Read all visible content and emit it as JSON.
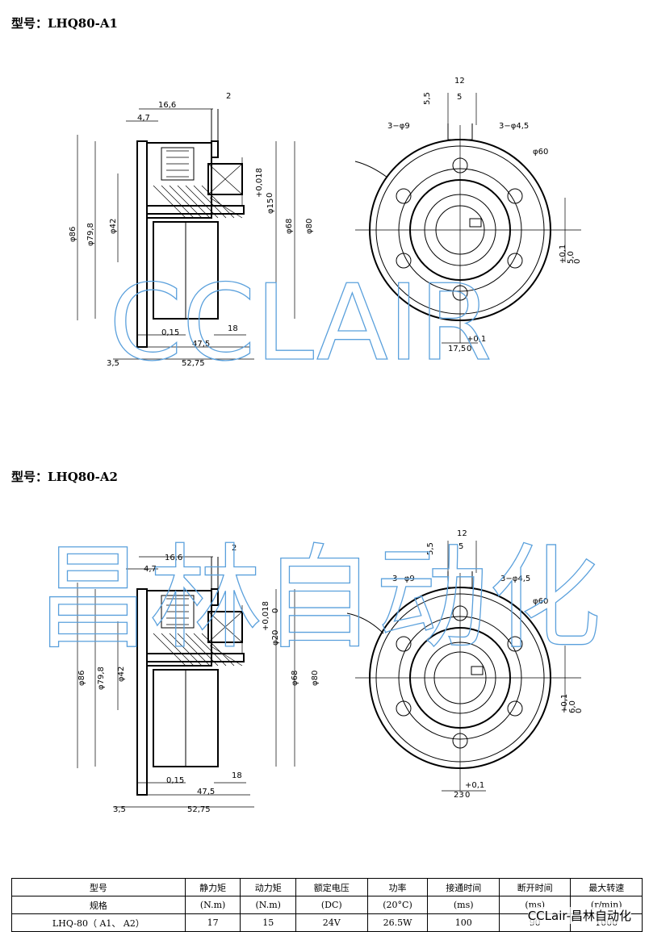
{
  "drawing1": {
    "title": "型号：LHQ80-A1",
    "dims": {
      "d16_6": "16,6",
      "d2": "2",
      "d4_7": "4,7",
      "d86": "φ86",
      "d79_8": "φ79,8",
      "d42": "φ42",
      "d15": "φ15",
      "tol15": "+0,018",
      "tol15b": "0",
      "d68": "φ68",
      "d80": "φ80",
      "d0_15": "0,15",
      "d18": "18",
      "d47_5": "47,5",
      "d3_5": "3,5",
      "d52_75": "52,75",
      "d12": "12",
      "d5": "5",
      "d5_5": "5,5",
      "holes9": "3−φ9",
      "holes4_5": "3−φ4,5",
      "d60": "φ60",
      "key5": "5,0",
      "key5tol": "+0,1",
      "key5tolb": "0",
      "d17_5": "17,5",
      "tol17": "+0,1",
      "tol17b": "0"
    }
  },
  "drawing2": {
    "title": "型号：LHQ80-A2",
    "dims": {
      "d16_6": "16,6",
      "d2": "2",
      "d4_7": "4,7",
      "d86": "φ86",
      "d79_8": "φ79,8",
      "d42": "φ42",
      "d20": "φ20",
      "tol20": "+0,018",
      "tol20b": "0",
      "d68": "φ68",
      "d80": "φ80",
      "d0_15": "0,15",
      "d18": "18",
      "d47_5": "47,5",
      "d3_5": "3,5",
      "d52_75": "52,75",
      "d12": "12",
      "d5": "5",
      "d5_5": "5,5",
      "holes9": "3−φ9",
      "holes4_5": "3−φ4,5",
      "d60": "φ60",
      "key6": "6,0",
      "key6tol": "+0,1",
      "key6tolb": "0",
      "d23": "23",
      "tol23": "+0,1",
      "tol23b": "0"
    }
  },
  "watermarks": {
    "wm1": "CCLAIR",
    "wm2": "昌林自动化",
    "corner": "CCLair-昌林自动化"
  },
  "table": {
    "head1": [
      "型号",
      "静力矩",
      "动力矩",
      "额定电压",
      "功率",
      "接通时间",
      "断开时间",
      "最大转速"
    ],
    "head2": [
      "规格",
      "(N.m)",
      "(N.m)",
      "(DC)",
      "(20°C)",
      "(ms)",
      "(ms)",
      "(r/min)"
    ],
    "row": [
      "LHQ-80（ A1、 A2）",
      "17",
      "15",
      "24V",
      "26.5W",
      "100",
      "90",
      "1000"
    ]
  },
  "colors": {
    "watermark": "#5aa0dc",
    "line": "#000000"
  }
}
